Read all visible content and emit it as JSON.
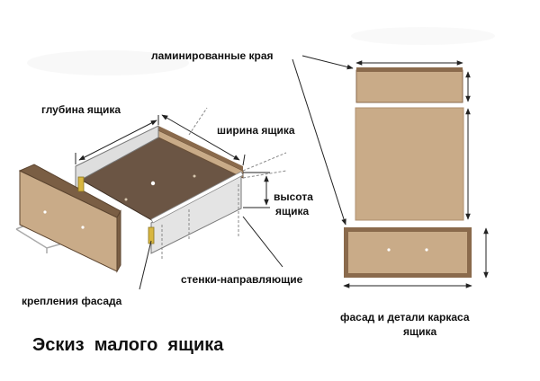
{
  "labels": {
    "laminated_edges": "ламинированные края",
    "drawer_depth": "глубина ящика",
    "drawer_width": "ширина ящика",
    "height_line1": "высота",
    "height_line2": "ящика",
    "guide_walls": "стенки-направляющие",
    "facade_fasteners": "крепления фасада",
    "facade_parts_line1": "фасад и детали каркаса",
    "facade_parts_line2": "ящика"
  },
  "title": "Эскиз  малого  ящика",
  "colors": {
    "wood_face": "#c9ab88",
    "wood_edge": "#7a5e44",
    "bottom_panel": "#6b5544",
    "metal_wall": "#e4e4e4",
    "bracket": "#d8b640"
  }
}
